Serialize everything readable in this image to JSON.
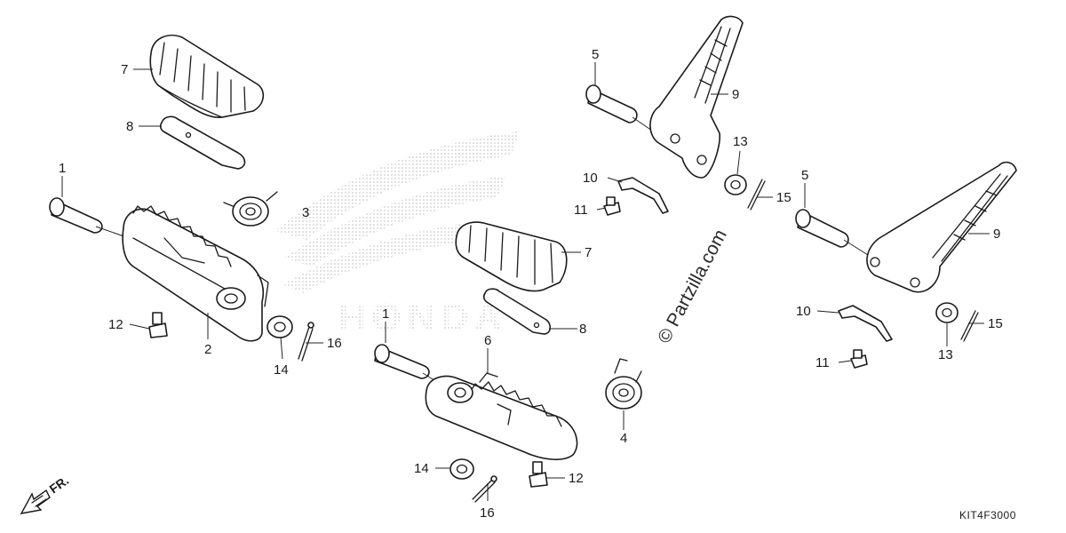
{
  "diagram": {
    "diagram_code": "KIT4F3000",
    "watermark": "© Partzilla.com",
    "background_logo_text": "HONDA",
    "direction_label": "FR.",
    "part_labels": [
      "1",
      "2",
      "3",
      "4",
      "5",
      "6",
      "7",
      "8",
      "9",
      "10",
      "11",
      "12",
      "13",
      "14",
      "15",
      "16"
    ],
    "callouts": [
      {
        "id": "c1a",
        "label": "1"
      },
      {
        "id": "c1b",
        "label": "1"
      },
      {
        "id": "c2",
        "label": "2"
      },
      {
        "id": "c3",
        "label": "3"
      },
      {
        "id": "c4",
        "label": "4"
      },
      {
        "id": "c5a",
        "label": "5"
      },
      {
        "id": "c5b",
        "label": "5"
      },
      {
        "id": "c6",
        "label": "6"
      },
      {
        "id": "c7a",
        "label": "7"
      },
      {
        "id": "c7b",
        "label": "7"
      },
      {
        "id": "c8a",
        "label": "8"
      },
      {
        "id": "c8b",
        "label": "8"
      },
      {
        "id": "c9a",
        "label": "9"
      },
      {
        "id": "c9b",
        "label": "9"
      },
      {
        "id": "c10a",
        "label": "10"
      },
      {
        "id": "c10b",
        "label": "10"
      },
      {
        "id": "c11a",
        "label": "11"
      },
      {
        "id": "c11b",
        "label": "11"
      },
      {
        "id": "c12a",
        "label": "12"
      },
      {
        "id": "c12b",
        "label": "12"
      },
      {
        "id": "c13a",
        "label": "13"
      },
      {
        "id": "c13b",
        "label": "13"
      },
      {
        "id": "c14a",
        "label": "14"
      },
      {
        "id": "c14b",
        "label": "14"
      },
      {
        "id": "c15a",
        "label": "15"
      },
      {
        "id": "c15b",
        "label": "15"
      },
      {
        "id": "c16a",
        "label": "16"
      },
      {
        "id": "c16b",
        "label": "16"
      }
    ]
  },
  "colors": {
    "line": "#1a1a1a",
    "background": "#ffffff",
    "logo_dots": "#b8b8b8"
  }
}
